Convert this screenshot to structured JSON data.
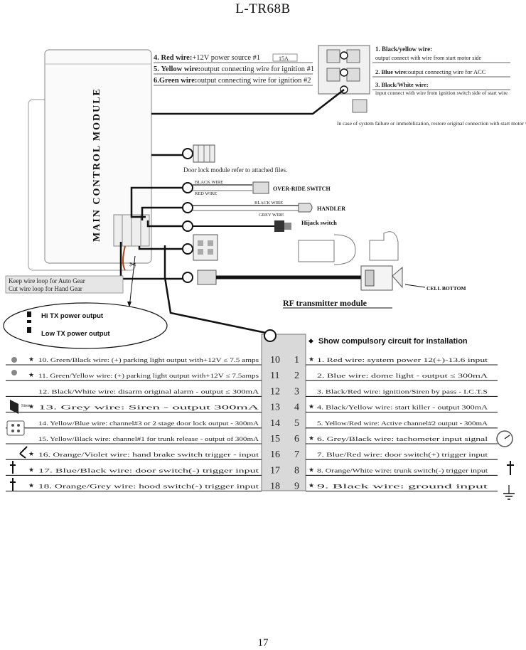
{
  "title": "L-TR68B",
  "page_number": "17",
  "module_label": "MAIN CONTROL MODULE",
  "top_wires_left": [
    {
      "num": "4.",
      "name": "Red wire:",
      "desc": "+12V power source #1"
    },
    {
      "num": "5.",
      "name": "Yellow wire:",
      "desc": "output connecting wire for ignition #1"
    },
    {
      "num": "6.",
      "name": "Green wire:",
      "desc": "output connecting wire for ignition #2"
    }
  ],
  "top_wires_right": [
    {
      "num": "1.",
      "name": "Black/yellow wire:",
      "desc": "output connect with wire from start motor side"
    },
    {
      "num": "2.",
      "name": "Blue wire:",
      "desc": "output connecting wire for ACC"
    },
    {
      "num": "3.",
      "name": "Black/White wire:",
      "desc": "input connect with wire from ignition switch side of start wire"
    }
  ],
  "system_failure_note": "In case of system failure or immobilization, restore original connection with start motor wire",
  "door_lock_note": "Door lock module refer to attached files.",
  "override": {
    "wire1": "BLACK WIRE",
    "wire2": "RED WIRE",
    "label": "OVER-RIDE SWITCH"
  },
  "handler": {
    "wire1": "BLACK WIRE",
    "wire2": "GREY WIRE",
    "label": "HANDLER"
  },
  "hijack_label": "Hijack switch",
  "cell_bottom_label": "CELL BOTTOM",
  "rf_module_label": "RF transmitter module",
  "wire_loop_note": {
    "line1": "Keep wire loop for Auto Gear",
    "line2": "Cut wire loop for Hand Gear"
  },
  "tx_power": {
    "hi": "Hi TX power output",
    "low": "Low TX power output"
  },
  "compulsory_title": "Show compulsory circuit for installation",
  "connector_pins": [
    {
      "left": "10",
      "right": "1"
    },
    {
      "left": "11",
      "right": "2"
    },
    {
      "left": "12",
      "right": "3"
    },
    {
      "left": "13",
      "right": "4"
    },
    {
      "left": "14",
      "right": "5"
    },
    {
      "left": "15",
      "right": "6"
    },
    {
      "left": "16",
      "right": "7"
    },
    {
      "left": "17",
      "right": "8"
    },
    {
      "left": "18",
      "right": "9"
    }
  ],
  "left_wires": [
    {
      "star": true,
      "text": "10. Green/Black wire: (+) parking light output with+12V ≤ 7.5 amps"
    },
    {
      "star": true,
      "text": "11. Green/Yellow wire: (+) parking light output with+12V ≤ 7.5amps"
    },
    {
      "star": false,
      "text": "12. Black/White wire: disarm original alarm - output ≤ 300mA"
    },
    {
      "star": true,
      "text": "13. Grey wire: Siren - output 300mA"
    },
    {
      "star": false,
      "text": "14. Yellow/Blue wire: channel#3 or 2 stage door lock output - 300mA"
    },
    {
      "star": false,
      "text": "15. Yellow/Black wire: channel#1 for trunk release - output of 300mA"
    },
    {
      "star": true,
      "text": "16. Orange/Violet wire: hand brake switch trigger - input"
    },
    {
      "star": true,
      "text": "17. Blue/Black wire: door switch(-) trigger input"
    },
    {
      "star": true,
      "text": "18. Orange/Grey wire: hood switch(-) trigger input"
    }
  ],
  "right_wires": [
    {
      "star": true,
      "text": "1. Red wire: system power 12(+)-13.6 input"
    },
    {
      "star": false,
      "text": "2. Blue wire: dome light - output ≤ 300mA"
    },
    {
      "star": false,
      "text": "3. Black/Red wire: ignition/Siren by pass - I.C.T.S"
    },
    {
      "star": true,
      "text": "4. Black/Yellow wire: start killer - output 300mA"
    },
    {
      "star": false,
      "text": "5. Yellow/Red wire: Active channel#2 output - 300mA"
    },
    {
      "star": true,
      "text": "6. Grey/Black wire: tachometer input signal"
    },
    {
      "star": false,
      "text": "7. Blue/Red wire: door switch(+) trigger input"
    },
    {
      "star": true,
      "text": "8. Orange/White wire: trunk switch(-) trigger input"
    },
    {
      "star": true,
      "text": "9. Black wire: ground input"
    }
  ],
  "fuse_label": "15A",
  "siren_label": "Siren"
}
